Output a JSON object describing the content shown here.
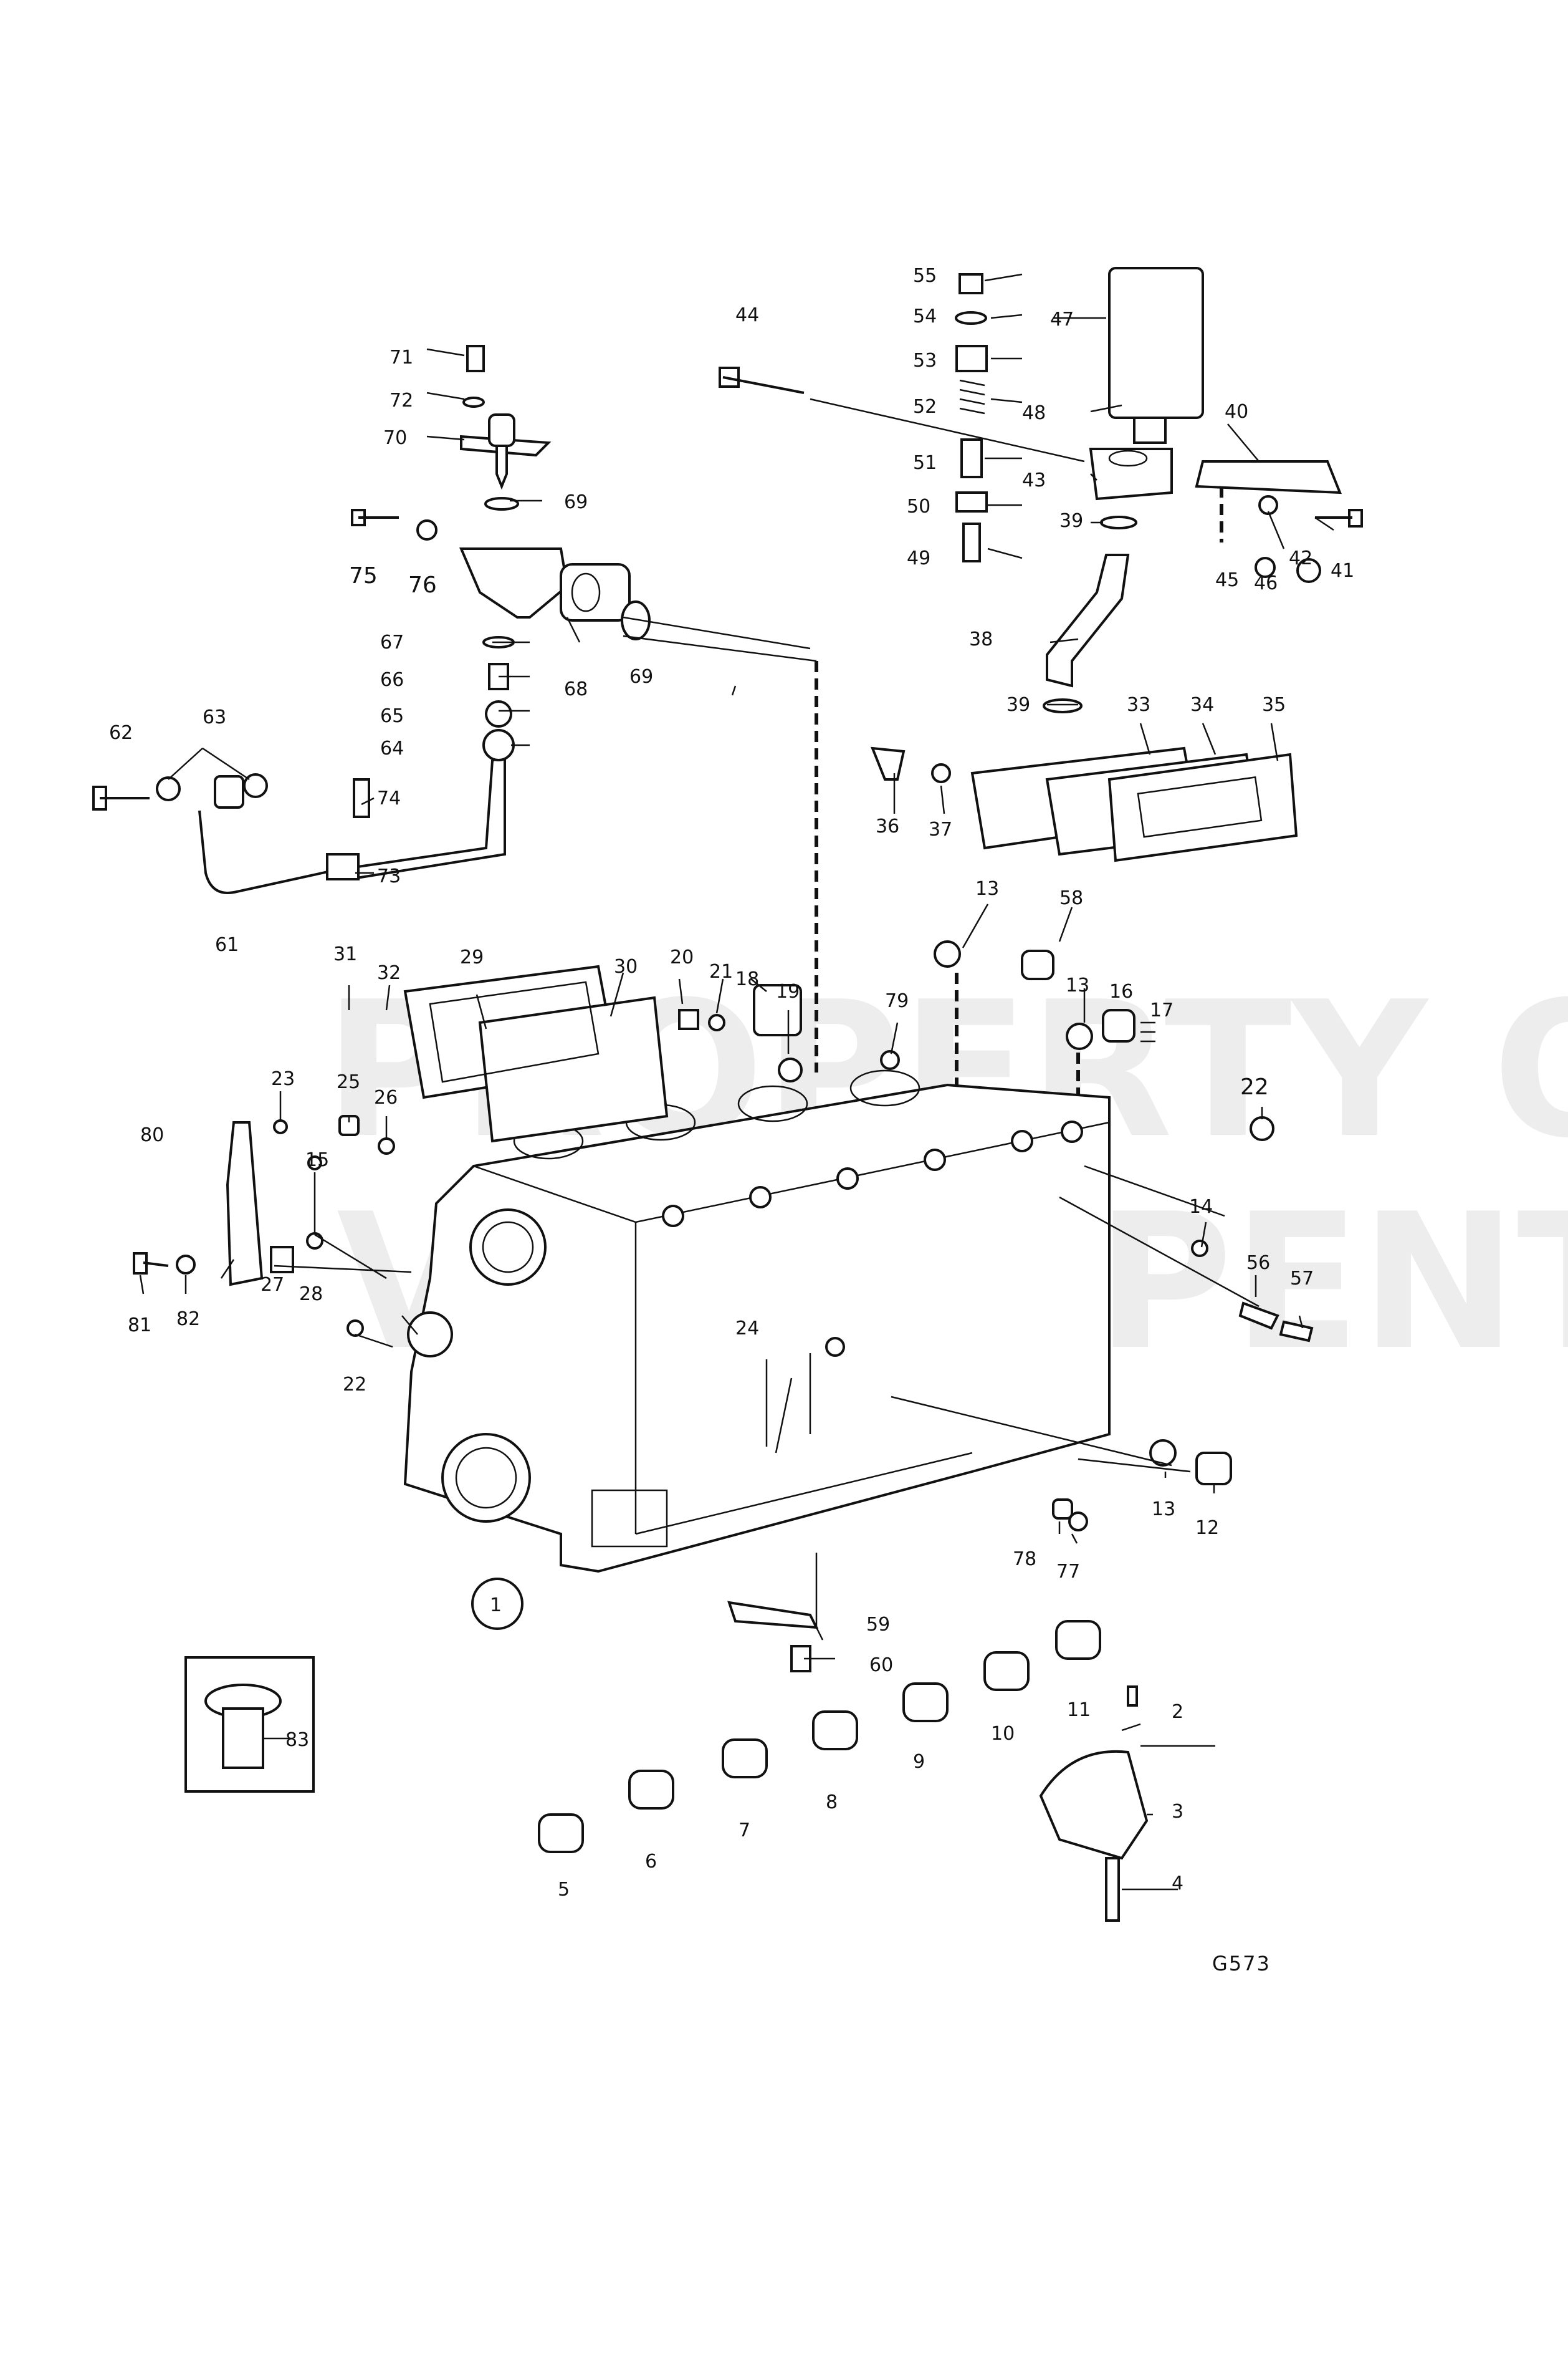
{
  "watermark": [
    "PROPERTY OF",
    "VOLVO PENTA"
  ],
  "drawing_code": "G573",
  "labels": {
    "p1": "1",
    "p2": "2",
    "p3": "3",
    "p4": "4",
    "p5": "5",
    "p6": "6",
    "p7": "7",
    "p8": "8",
    "p9": "9",
    "p10": "10",
    "p11": "11",
    "p12": "12",
    "p13a": "13",
    "p13b": "13",
    "p13c": "13",
    "p14": "14",
    "p15": "15",
    "p16": "16",
    "p17": "17",
    "p18": "18",
    "p19": "19",
    "p20": "20",
    "p21": "21",
    "p22a": "22",
    "p22b": "22",
    "p23": "23",
    "p24": "24",
    "p25": "25",
    "p26": "26",
    "p27": "27",
    "p28": "28",
    "p29": "29",
    "p30": "30",
    "p31": "31",
    "p32": "32",
    "p33": "33",
    "p34": "34",
    "p35": "35",
    "p36": "36",
    "p37": "37",
    "p38": "38",
    "p39a": "39",
    "p39b": "39",
    "p40": "40",
    "p41": "41",
    "p42": "42",
    "p43": "43",
    "p44": "44",
    "p45": "45",
    "p46": "46",
    "p47": "47",
    "p48": "48",
    "p49": "49",
    "p50": "50",
    "p51": "51",
    "p52": "52",
    "p53": "53",
    "p54": "54",
    "p55": "55",
    "p56": "56",
    "p57": "57",
    "p58": "58",
    "p59": "59",
    "p60": "60",
    "p61": "61",
    "p62": "62",
    "p63": "63",
    "p64": "64",
    "p65": "65",
    "p66": "66",
    "p67": "67",
    "p68": "68",
    "p69a": "69",
    "p69b": "69",
    "p70": "70",
    "p71": "71",
    "p72": "72",
    "p73": "73",
    "p74": "74",
    "p75": "75",
    "p76": "76",
    "p77": "77",
    "p78": "78",
    "p79": "79",
    "p80": "80",
    "p81": "81",
    "p82": "82",
    "p83": "83"
  }
}
